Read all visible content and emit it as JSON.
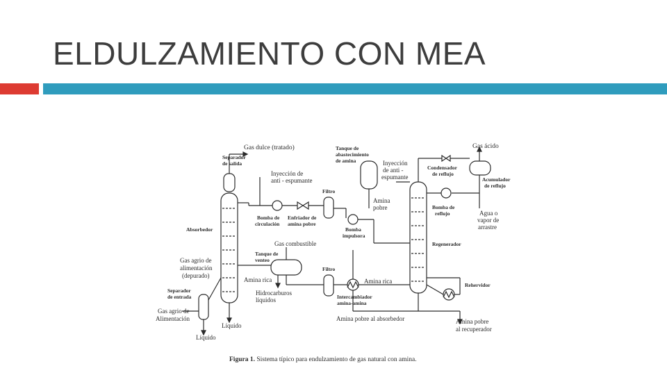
{
  "slide": {
    "title": "ELDULZAMIENTO CON MEA",
    "accent_red": "#dd3b32",
    "accent_blue": "#2f9cbd"
  },
  "figure": {
    "caption_bold": "Figura 1.",
    "caption_text": " Sistema típico para endulzamiento de gas natural  con amina.",
    "labels": {
      "gas_dulce": "Gas dulce (tratado)",
      "separador_salida_1": "Separador",
      "separador_salida_2": "de salida",
      "inyeccion_antiespumante_1_a": "Inyección de",
      "inyeccion_antiespumante_1_b": "anti - espumante",
      "tanque_abastecimiento_1": "Tanque de",
      "tanque_abastecimiento_2": "abastecimiento",
      "tanque_abastecimiento_3": "de amina",
      "inyeccion_antiespumante_2_a": "Inyección",
      "inyeccion_antiespumante_2_b": "de anti -",
      "inyeccion_antiespumante_2_c": "espumante",
      "gas_acido": "Gas ácido",
      "condensador_1": "Condensador",
      "condensador_2": "de reflujo",
      "acumulador_1": "Acumulador",
      "acumulador_2": "de reflujo",
      "filtro_1": "Filtro",
      "amina_pobre_1": "Amina",
      "amina_pobre_2": "pobre",
      "bomba_reflujo_1": "Bomba de",
      "bomba_reflujo_2": "reflujo",
      "agua_vapor_1": "Agua o",
      "agua_vapor_2": "vapor de",
      "agua_vapor_3": "arrastre",
      "absorbedor": "Absorbedor",
      "bomba_circulacion_1": "Bomba de",
      "bomba_circulacion_2": "circulación",
      "enfriador_1": "Enfriador de",
      "enfriador_2": "amina pobre",
      "bomba_impulsora_1": "Bomba",
      "bomba_impulsora_2": "impulsora",
      "regenerador": "Regenerador",
      "gas_combustible": "Gas combustible",
      "gas_agrio_alim_1": "Gas agrio de",
      "gas_agrio_alim_2": "alimentación",
      "gas_agrio_alim_3": "(depurado)",
      "tanque_venteo_1": "Tanque de",
      "tanque_venteo_2": "venteo",
      "filtro_2": "Filtro",
      "amina_rica_1": "Amina rica",
      "amina_rica_2": "Amina rica",
      "rehervidor": "Rehervidor",
      "separador_entrada_1": "Separador",
      "separador_entrada_2": "de entrada",
      "hidrocarburos_1": "Hidrocarburos",
      "hidrocarburos_2": "líquidos",
      "intercambiador_1": "Intercambiador",
      "intercambiador_2": "amina-amina",
      "gas_agrio_1": "Gas agrio de",
      "gas_agrio_2": "Alimentación",
      "amina_pobre_absorbedor": "Amina pobre al absorbedor",
      "amina_pobre_recuperador_1": "Amina pobre",
      "amina_pobre_recuperador_2": "al recuperador",
      "liquido_1": "Líquido",
      "liquido_2": "Líquido"
    }
  }
}
